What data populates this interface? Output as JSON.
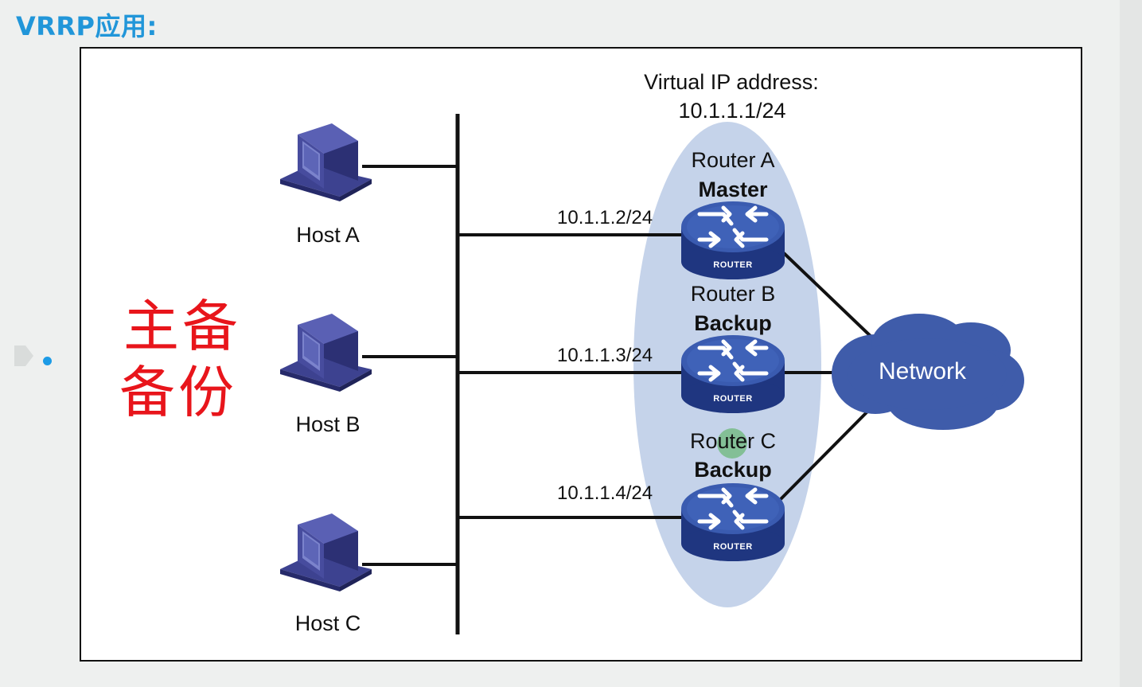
{
  "page": {
    "title": "VRRP应用:",
    "annotation_line1": "主备",
    "annotation_line2": "备份"
  },
  "diagram": {
    "virtual_ip_title": "Virtual IP address:",
    "virtual_ip_value": "10.1.1.1/24",
    "hosts": [
      {
        "label": "Host A"
      },
      {
        "label": "Host B"
      },
      {
        "label": "Host C"
      }
    ],
    "routers": [
      {
        "name": "Router A",
        "role": "Master",
        "ip": "10.1.1.2/24",
        "device_text": "ROUTER"
      },
      {
        "name": "Router B",
        "role": "Backup",
        "ip": "10.1.1.3/24",
        "device_text": "ROUTER"
      },
      {
        "name": "Router C",
        "role": "Backup",
        "ip": "10.1.1.4/24",
        "device_text": "ROUTER"
      }
    ],
    "cloud_label": "Network"
  },
  "colors": {
    "title": "#2196d9",
    "annotation": "#e8151b",
    "ellipse": "#c5d3ea",
    "router": "#2d4a9c",
    "cloud": "#3f5caa",
    "host": "#3b3f8f"
  }
}
